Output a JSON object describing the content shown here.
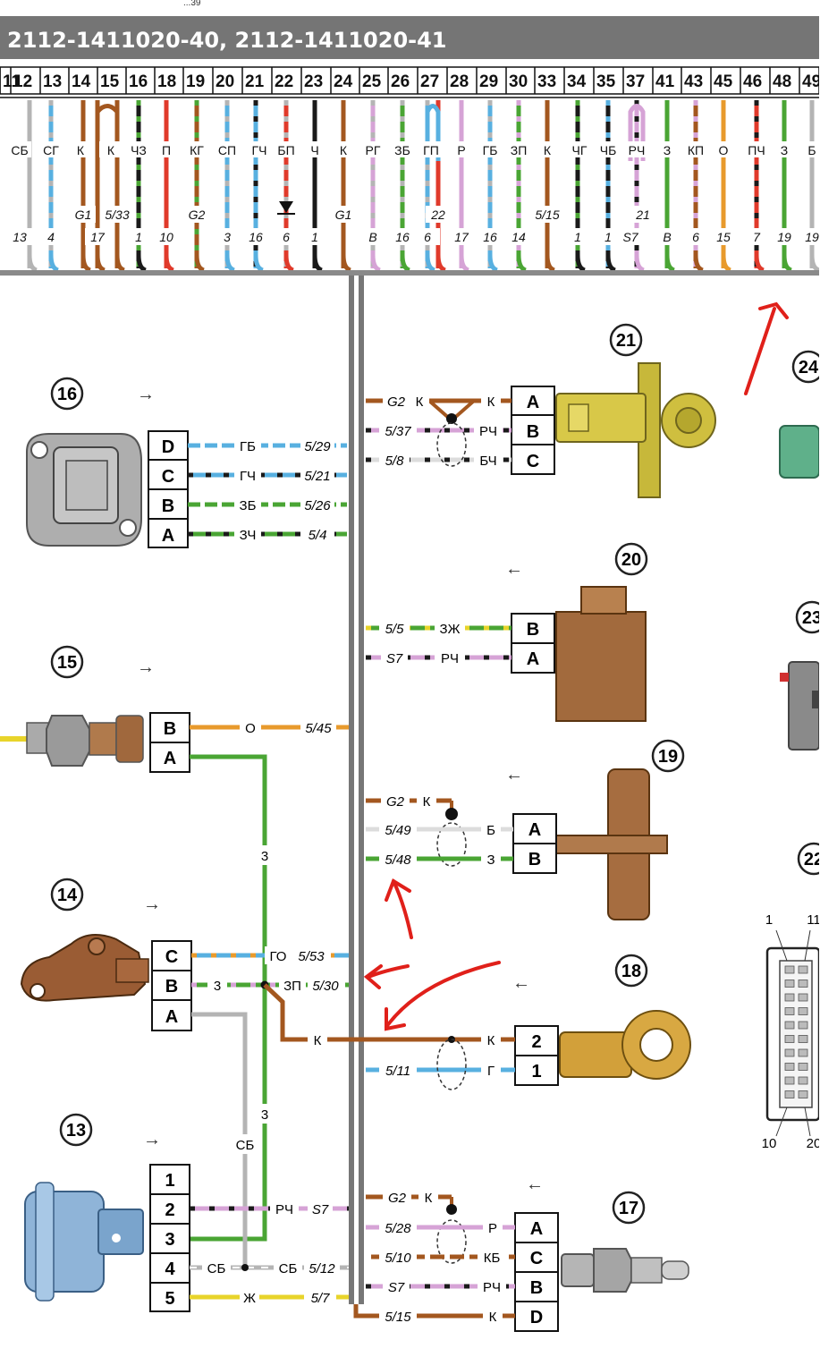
{
  "header": {
    "top_cut": "...39",
    "title": "2112-1411020-40,  2112-1411020-41",
    "pins": [
      "11",
      "12",
      "13",
      "14",
      "15",
      "16",
      "18",
      "19",
      "20",
      "21",
      "22",
      "23",
      "24",
      "25",
      "26",
      "27",
      "28",
      "29",
      "30",
      "33",
      "34",
      "35",
      "37",
      "41",
      "43",
      "45",
      "46",
      "48",
      "49"
    ]
  },
  "harness": {
    "wire_codes": [
      "СБ",
      "СГ",
      "К",
      "К",
      "ЧЗ",
      "П",
      "КГ",
      "СП",
      "ГЧ",
      "БП",
      "Ч",
      "К",
      "РГ",
      "ЗБ",
      "ГП",
      "Р",
      "ГБ",
      "ЗП",
      "К",
      "ЧГ",
      "ЧБ",
      "РЧ",
      "З",
      "КП",
      "О",
      "ПЧ",
      "З",
      "Б"
    ],
    "bottom_labels": [
      "13",
      "4",
      "17",
      "5/33",
      "1",
      "10",
      "3",
      "16",
      "6",
      "1",
      "B",
      "16",
      "6",
      "22",
      "17",
      "16",
      "14",
      "5/15",
      "1",
      "1",
      "S7",
      "21",
      "B",
      "6",
      "15",
      "7",
      "19",
      "19",
      "G1",
      "G2",
      "G1"
    ]
  },
  "components": [
    {
      "id": "16",
      "pins": [
        "D",
        "C",
        "B",
        "A"
      ],
      "wires": [
        {
          "code": "ГБ",
          "ref": "5/29"
        },
        {
          "code": "ГЧ",
          "ref": "5/21"
        },
        {
          "code": "ЗБ",
          "ref": "5/26"
        },
        {
          "code": "ЗЧ",
          "ref": "5/4"
        }
      ]
    },
    {
      "id": "15",
      "pins": [
        "B",
        "A"
      ],
      "wires": [
        {
          "code": "О",
          "ref": "5/45"
        }
      ]
    },
    {
      "id": "14",
      "pins": [
        "C",
        "B",
        "A"
      ],
      "wires": [
        {
          "code": "ГО",
          "ref": "5/53"
        },
        {
          "code": "ЗП",
          "ref": "5/30"
        },
        {
          "code": "3",
          "ref": ""
        }
      ]
    },
    {
      "id": "13",
      "pins": [
        "1",
        "2",
        "3",
        "4",
        "5"
      ],
      "wires": [
        {
          "code": "РЧ",
          "ref": "S7"
        },
        {
          "code": "СБ",
          "ref": "5/12"
        },
        {
          "code": "Ж",
          "ref": "5/7"
        },
        {
          "code": "СБ",
          "ref": ""
        }
      ]
    },
    {
      "id": "21",
      "pins": [
        "A",
        "B",
        "C"
      ],
      "wires": [
        {
          "code": "К",
          "ref": "G2"
        },
        {
          "code": "К",
          "ref": ""
        },
        {
          "code": "РЧ",
          "ref": "5/37"
        },
        {
          "code": "БЧ",
          "ref": "5/8"
        }
      ]
    },
    {
      "id": "20",
      "pins": [
        "B",
        "A"
      ],
      "wires": [
        {
          "code": "ЗЖ",
          "ref": "5/5"
        },
        {
          "code": "РЧ",
          "ref": "S7"
        }
      ]
    },
    {
      "id": "19",
      "pins": [
        "A",
        "B"
      ],
      "wires": [
        {
          "code": "К",
          "ref": "G2"
        },
        {
          "code": "Б",
          "ref": "5/49"
        },
        {
          "code": "З",
          "ref": "5/48"
        }
      ]
    },
    {
      "id": "18",
      "pins": [
        "2",
        "1"
      ],
      "wires": [
        {
          "code": "К",
          "ref": ""
        },
        {
          "code": "К",
          "ref": ""
        },
        {
          "code": "Г",
          "ref": "5/11"
        }
      ]
    },
    {
      "id": "17",
      "pins": [
        "A",
        "C",
        "B",
        "D"
      ],
      "wires": [
        {
          "code": "К",
          "ref": "G2"
        },
        {
          "code": "Р",
          "ref": "5/28"
        },
        {
          "code": "КБ",
          "ref": "5/10"
        },
        {
          "code": "РЧ",
          "ref": "S7"
        },
        {
          "code": "К",
          "ref": "5/15"
        }
      ]
    },
    {
      "id": "24",
      "pins": []
    },
    {
      "id": "23",
      "pins": []
    },
    {
      "id": "22",
      "pins": [],
      "corner_labels": [
        "1",
        "11",
        "10",
        "20"
      ]
    }
  ],
  "vertical_labels": {
    "green_wire": "3",
    "green_wire_lower": "3",
    "grey_wire": "СБ"
  },
  "colors": {
    "header_bg": "#757575",
    "brown": "#a3571f",
    "green": "#4aa534",
    "blue": "#58b0e0",
    "black": "#1a1a1a",
    "red": "#e03a2b",
    "pink": "#d6a3d6",
    "grey": "#b4b4b4",
    "orange": "#e89a2c",
    "yellow": "#e8d42a",
    "annotation": "#e0201a"
  },
  "annotations": [
    "red-arrow",
    "red-arrow",
    "red-arrow",
    "red-arrow"
  ]
}
